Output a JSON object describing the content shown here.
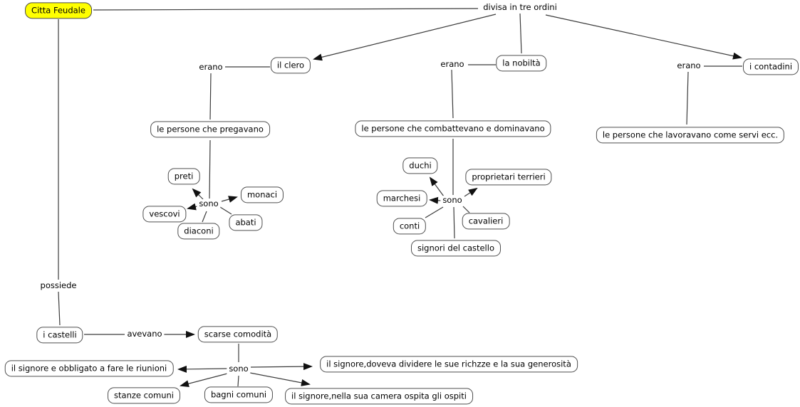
{
  "diagram": {
    "type": "concept-map",
    "root_concept": "Citta Feudale",
    "colors": {
      "root_fill": "#ffff00",
      "node_fill": "#ffffff",
      "node_border": "#4f4f4f",
      "line": "#3c3c3c",
      "arrowhead": "#111111",
      "text": "#000000",
      "background": "#ffffff"
    }
  },
  "nodes": {
    "citta_feudale": "Citta Feudale",
    "il_clero": "il clero",
    "la_nobilta": "la nobiltà",
    "i_contadini": "i contadini",
    "pregavano": "le persone che pregavano",
    "combattevano": "le persone che combattevano e dominavano",
    "lavoravano": "le persone che lavoravano come servi ecc.",
    "preti": "preti",
    "monaci": "monaci",
    "vescovi": "vescovi",
    "abati": "abati",
    "diaconi": "diaconi",
    "duchi": "duchi",
    "proprietari_terrieri": "proprietari terrieri",
    "marchesi": "marchesi",
    "conti": "conti",
    "cavalieri": "cavalieri",
    "signori_castello": "signori del castello",
    "i_castelli": "i castelli",
    "scarse_comodita": "scarse comodità",
    "signore_riunioni": "il signore e obbligato a fare le riunioni",
    "stanze_comuni": "stanze comuni",
    "bagni_comuni": "bagni comuni",
    "signore_ricchezze": "il signore,doveva dividere le sue richzze e la sua generosità",
    "signore_camera": "il signore,nella sua camera ospita gli ospiti"
  },
  "labels": {
    "divisa": "divisa in tre ordini",
    "erano_clero": "erano",
    "erano_nobilta": "erano",
    "erano_contadini": "erano",
    "sono_clero": "sono",
    "sono_nobilta": "sono",
    "possiede": "possiede",
    "avevano": "avevano",
    "sono_castelli": "sono"
  }
}
